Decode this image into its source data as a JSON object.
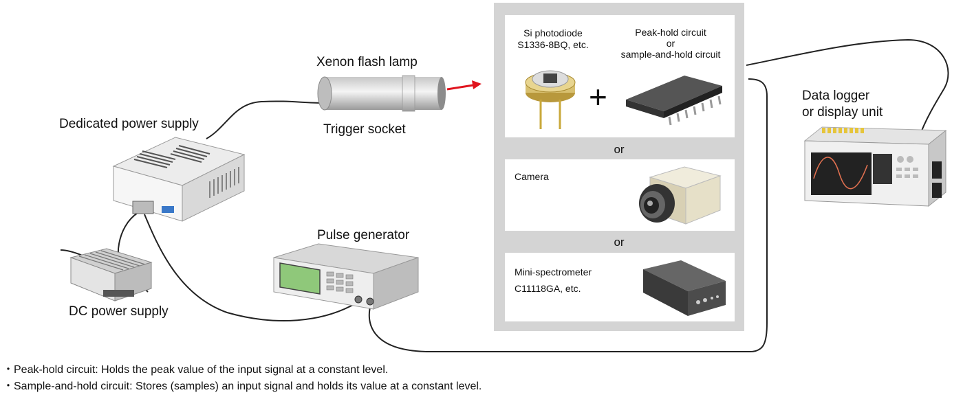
{
  "devices": {
    "xenon_lamp": "Xenon flash lamp",
    "trigger_socket": "Trigger socket",
    "dedicated_power_supply": "Dedicated power supply",
    "dc_power_supply": "DC power supply",
    "pulse_generator": "Pulse generator",
    "data_logger_line1": "Data logger",
    "data_logger_line2": "or display unit"
  },
  "detector_panel": {
    "photodiode_line1": "Si photodiode",
    "photodiode_line2": "S1336-8BQ, etc.",
    "peak_hold_line1": "Peak-hold circuit",
    "peak_hold_line2": "or",
    "peak_hold_line3": "sample-and-hold circuit",
    "plus": "+",
    "or_1": "or",
    "camera": "Camera",
    "or_2": "or",
    "spectrometer_line1": "Mini-spectrometer",
    "spectrometer_line2": "C11118GA, etc."
  },
  "notes": [
    "・Peak-hold circuit: Holds the peak value of the input signal at a constant level.",
    "・Sample-and-hold circuit: Stores (samples) an input signal and holds its value at a constant level."
  ],
  "colors": {
    "arrow": "#e0141e",
    "panel": "#d4d4d4"
  }
}
